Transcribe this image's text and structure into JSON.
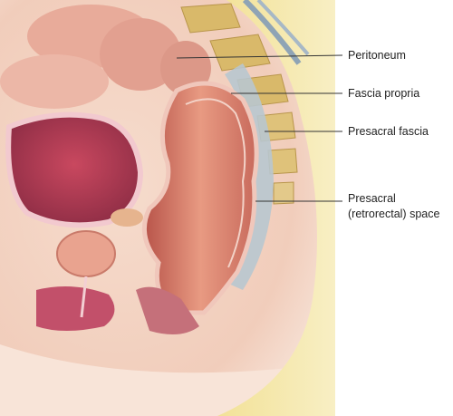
{
  "labels": {
    "peritoneum": "Peritoneum",
    "fascia_propria": "Fascia propria",
    "presacral_fascia": "Presacral fascia",
    "presacral_space_line1": "Presacral",
    "presacral_space_line2": "(retrorectal) space"
  },
  "colors": {
    "background": "#ffffff",
    "skin": "#f3d4c4",
    "sacrum": "#f3e6a6",
    "rectum": "#d97e6f",
    "bladder": "#c25a6b",
    "leader_line": "#333333"
  }
}
